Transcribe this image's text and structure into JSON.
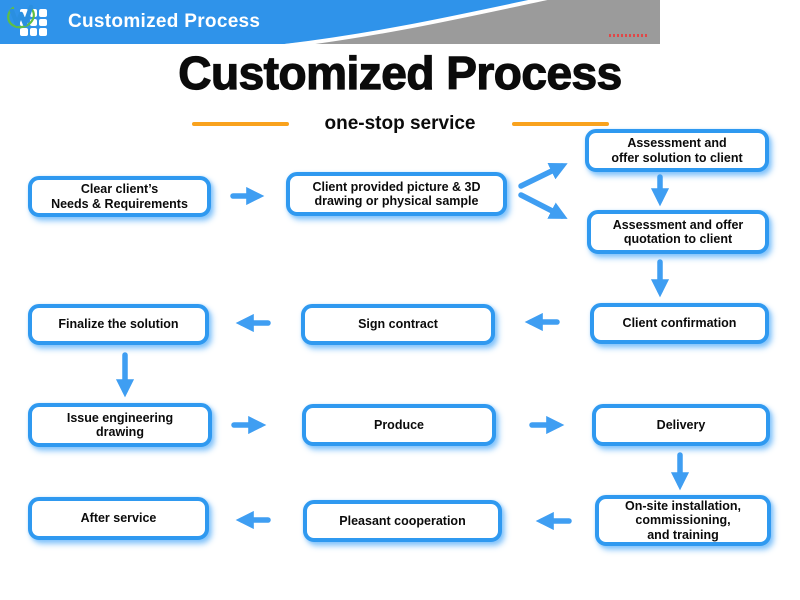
{
  "colors": {
    "header_blue": "#2f93ea",
    "header_gray": "#9b9b9b",
    "box_border_blue": "#2f99f0",
    "arrow_blue": "#3f9ef2",
    "accent_orange": "#f9a21d",
    "text_black": "#0b0b0b"
  },
  "header": {
    "bar_title": "Customized Process"
  },
  "title": {
    "heading": "Customized Process",
    "subtitle": "one-stop service"
  },
  "flow": {
    "boxes": [
      {
        "id": "clear-needs",
        "label": "Clear client’s\nNeeds & Requirements"
      },
      {
        "id": "client-picture",
        "label": "Client provided picture & 3D\ndrawing or physical sample"
      },
      {
        "id": "assessment-solution",
        "label": "Assessment and\noffer solution to client"
      },
      {
        "id": "assessment-quotation",
        "label": "Assessment and offer\nquotation to client"
      },
      {
        "id": "client-confirmation",
        "label": "Client confirmation"
      },
      {
        "id": "sign-contract",
        "label": "Sign contract"
      },
      {
        "id": "finalize-solution",
        "label": "Finalize the solution"
      },
      {
        "id": "issue-drawing",
        "label": "Issue engineering\ndrawing"
      },
      {
        "id": "produce",
        "label": "Produce"
      },
      {
        "id": "delivery",
        "label": "Delivery"
      },
      {
        "id": "onsite-installation",
        "label": "On-site installation,\ncommissioning,\nand training"
      },
      {
        "id": "pleasant-cooperation",
        "label": "Pleasant cooperation"
      },
      {
        "id": "after-service",
        "label": "After service"
      }
    ]
  }
}
